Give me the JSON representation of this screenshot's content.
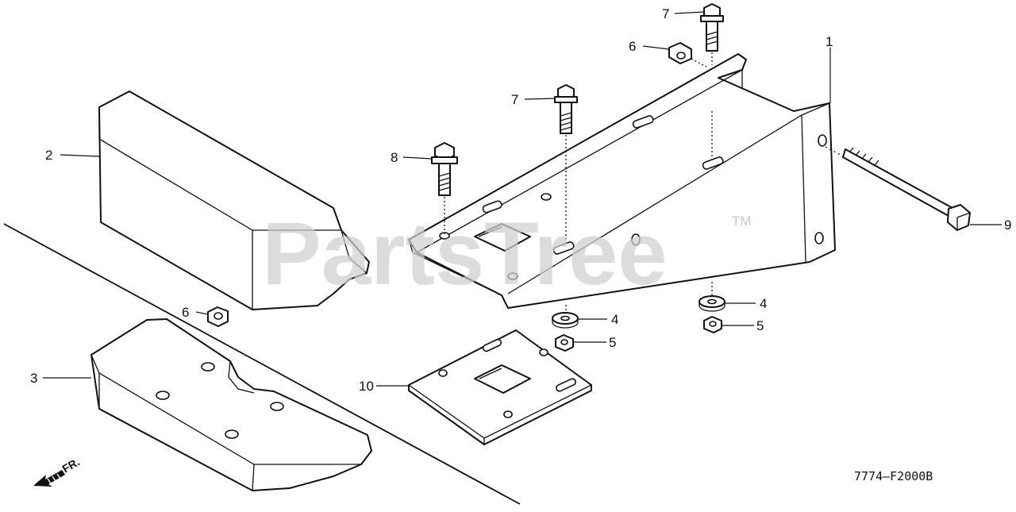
{
  "watermark": {
    "text": "PartsTree",
    "trademark": "TM"
  },
  "diagram_code": "7774—F2000B",
  "direction": {
    "label": "FR."
  },
  "callouts": {
    "c1": "1",
    "c2": "2",
    "c3": "3",
    "c4a": "4",
    "c4b": "4",
    "c5a": "5",
    "c5b": "5",
    "c6a": "6",
    "c6b": "6",
    "c7a": "7",
    "c7b": "7",
    "c8": "8",
    "c9": "9",
    "c10": "10"
  },
  "colors": {
    "line": "#111111",
    "watermark": "#cfcfcf",
    "background": "#ffffff"
  }
}
